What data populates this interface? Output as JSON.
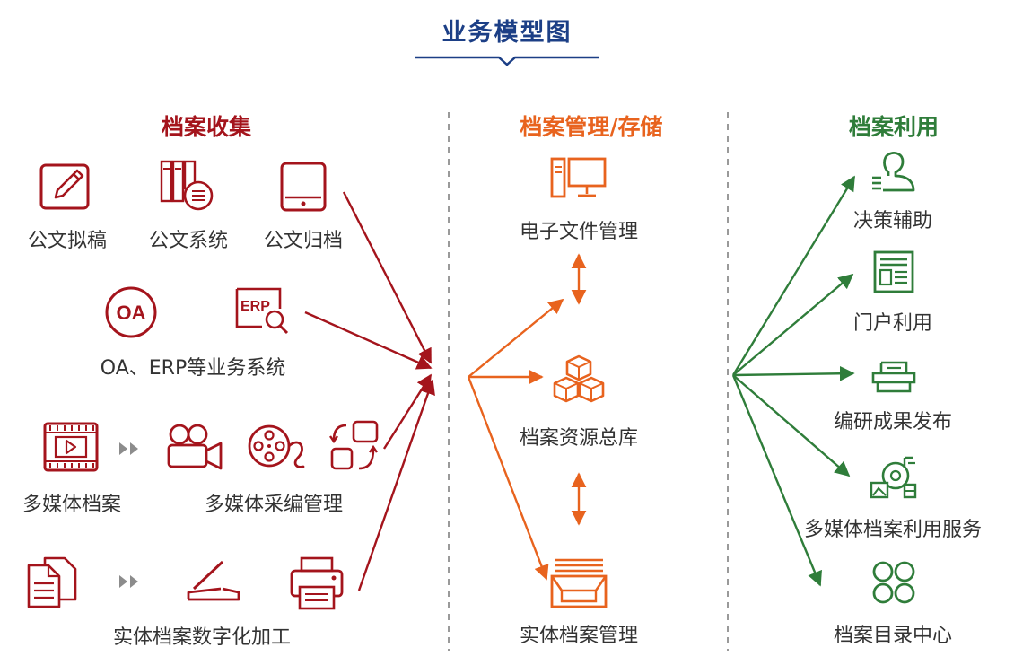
{
  "title": "业务模型图",
  "colors": {
    "title": "#1c3f86",
    "collect": "#a4141c",
    "manage": "#e8631e",
    "use": "#2f7d3a",
    "divider": "#9a9a9a"
  },
  "sections": {
    "collect": "档案收集",
    "manage": "档案管理/存储",
    "use": "档案利用"
  },
  "collect": {
    "draft": "公文拟稿",
    "system": "公文系统",
    "archive": "公文归档",
    "erp": "OA、ERP等业务系统",
    "oa_text": "OA",
    "erp_text": "ERP",
    "media": "多媒体档案",
    "media_edit": "多媒体采编管理",
    "digitize": "实体档案数字化加工"
  },
  "manage": {
    "efile": "电子文件管理",
    "repo": "档案资源总库",
    "physical": "实体档案管理"
  },
  "use": {
    "decision": "决策辅助",
    "portal": "门户利用",
    "publish": "编研成果发布",
    "media_service": "多媒体档案利用服务",
    "catalog": "档案目录中心"
  }
}
